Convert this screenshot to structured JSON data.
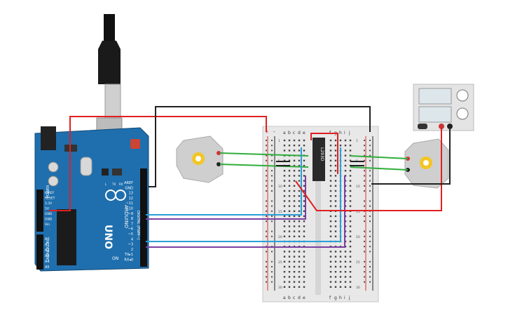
{
  "arduino": {
    "model": "UNO",
    "brand": "ARDUINO",
    "section_digital": "DIGITAL (PWM~)",
    "section_power": "POWER",
    "section_analog": "ANALOG IN",
    "pins_top": [
      "AREF",
      "GND",
      "13",
      "12",
      "~11",
      "~10",
      "~9",
      "8",
      "7",
      "~6",
      "~5",
      "4",
      "~3",
      "2",
      "TX▸1",
      "RX◂0"
    ],
    "pins_power": [
      "IOREF",
      "RESET",
      "3.3V",
      "5V",
      "GND",
      "GND",
      "Vin"
    ],
    "pins_analog": [
      "A0",
      "A1",
      "A2",
      "A3",
      "A4",
      "A5"
    ],
    "led_labels": [
      "L",
      "TX",
      "RX"
    ],
    "on_label": "ON"
  },
  "breadboard": {
    "columns_left": [
      "a",
      "b",
      "c",
      "d",
      "e"
    ],
    "columns_right": [
      "f",
      "g",
      "h",
      "i",
      "j"
    ],
    "rows": [
      "1",
      "5",
      "10",
      "15",
      "20",
      "25",
      "30"
    ],
    "plus": "+",
    "minus": "-"
  },
  "chip": {
    "label": "L293D"
  },
  "colors": {
    "wire_red": "#e02020",
    "wire_black": "#222222",
    "wire_green": "#2fae3a",
    "wire_blue": "#2a9fd8",
    "wire_purple": "#7b3fa0",
    "arduino_blue": "#1f6fae",
    "breadboard": "#e8e8e8"
  }
}
